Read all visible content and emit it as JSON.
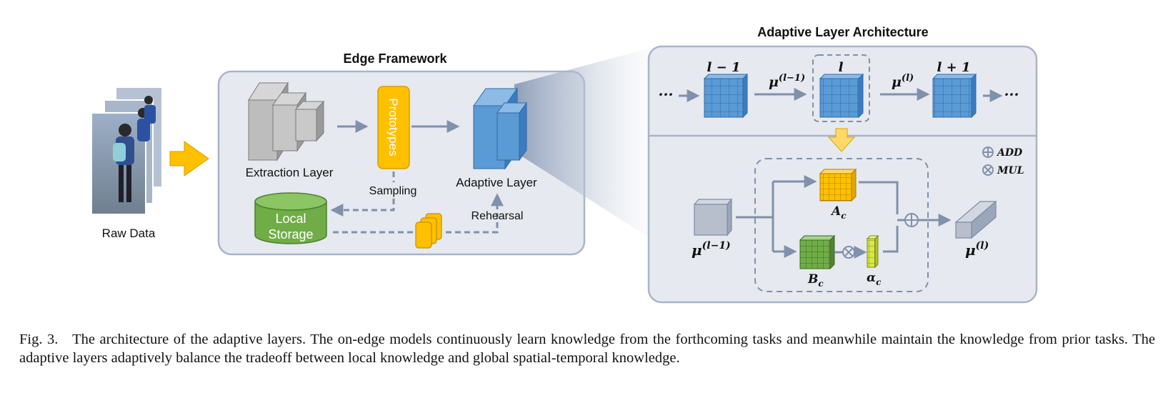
{
  "raw_data": {
    "label": "Raw Data"
  },
  "edge": {
    "title": "Edge Framework",
    "extraction_label": "Extraction Layer",
    "prototypes_label": "Prototypes",
    "sampling_label": "Sampling",
    "adaptive_label": "Adaptive Layer",
    "local_storage_line1": "Local",
    "local_storage_line2": "Storage",
    "rehearsal_label": "Rehearsal"
  },
  "arch": {
    "title": "Adaptive Layer Architecture",
    "ellipsis": "···",
    "layer_prev": "l − 1",
    "layer_cur": "l",
    "layer_next": "l + 1",
    "mu_prev_base": "μ",
    "mu_prev_sup": "(l−1)",
    "mu_cur_base": "μ",
    "mu_cur_sup": "(l)",
    "legend_add": "ADD",
    "legend_mul": "MUL",
    "a_base": "A",
    "a_sub": "c",
    "b_base": "B",
    "b_sub": "c",
    "alpha_base": "α",
    "alpha_sub": "c"
  },
  "caption": {
    "prefix": "Fig. 3.",
    "text": "The architecture of the adaptive layers. The on-edge models continuously learn knowledge from the forthcoming tasks and meanwhile maintain the knowledge from prior tasks. The adaptive layers adaptively balance the tradeoff between local knowledge and global spatial-temporal knowledge."
  },
  "colors": {
    "panel_fill": "#e6e9ef",
    "panel_stroke": "#a9b4c8",
    "arrow": "#7f91ab",
    "blue": "#5b9bd5",
    "orange": "#ffc000",
    "green": "#70ad47",
    "yellow_green": "#d9e94a",
    "gray_cube": "#b8bfcc"
  }
}
